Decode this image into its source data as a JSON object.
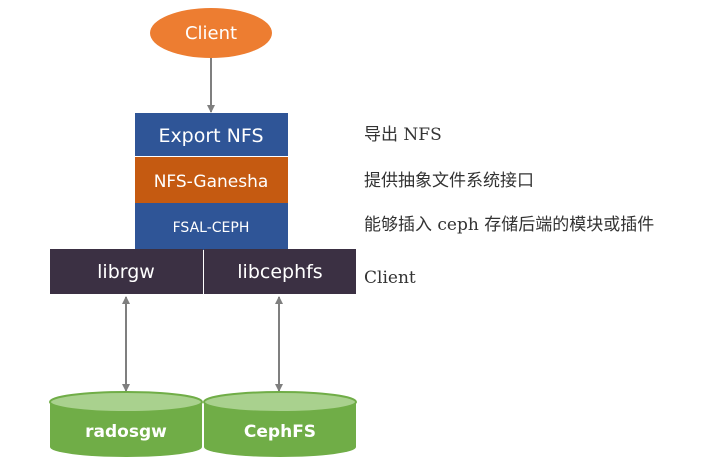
{
  "nodes": {
    "client": "Client",
    "export_nfs": "Export NFS",
    "nfs_ganesha": "NFS-Ganesha",
    "fsal_ceph": "FSAL-CEPH",
    "librgw": "librgw",
    "libcephfs": "libcephfs",
    "radosgw": "radosgw",
    "cephfs": "CephFS"
  },
  "annotations": {
    "export_nfs": "导出 NFS",
    "nfs_ganesha": "提供抽象文件系统接口",
    "fsal_ceph": "能够插入 ceph 存储后端的模块或插件",
    "lib_layer": "Client"
  },
  "colors": {
    "client_fill": "#ED7D31",
    "blue_fill": "#2F5597",
    "orange_fill": "#C55A11",
    "lib_fill": "#3B3043",
    "db_fill": "#70AD47",
    "db_top": "#A9D18E",
    "arrow": "#7F7F7F"
  }
}
